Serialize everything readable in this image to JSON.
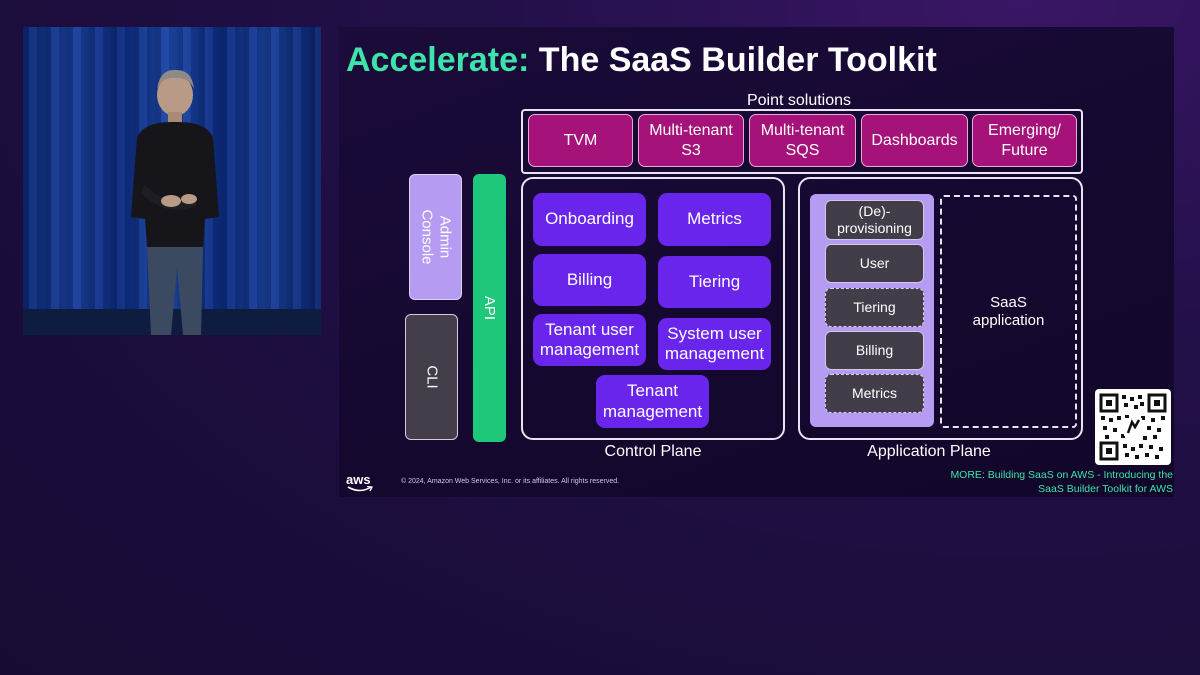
{
  "slide": {
    "title_accent": "Accelerate:",
    "title_rest": "The SaaS Builder Toolkit",
    "point_solutions": {
      "label": "Point solutions",
      "items": [
        "TVM",
        "Multi-tenant\nS3",
        "Multi-tenant\nSQS",
        "Dashboards",
        "Emerging/\nFuture"
      ]
    },
    "admin_console": "Admin\nConsole",
    "cli": "CLI",
    "api": "API",
    "control_plane": {
      "label": "Control Plane",
      "items": [
        "Onboarding",
        "Metrics",
        "Billing",
        "Tiering",
        "Tenant user\nmanagement",
        "System user\nmanagement",
        "Tenant\nmanagement"
      ]
    },
    "application_plane": {
      "label": "Application Plane",
      "items": [
        "(De)-\nprovisioning",
        "User",
        "Tiering",
        "Billing",
        "Metrics"
      ],
      "saas_app": "SaaS\napplication"
    },
    "aws_logo": "aws",
    "copyright": "© 2024, Amazon Web Services, Inc. or its affiliates. All rights reserved."
  },
  "overlay": {
    "more_text": "MORE: Building SaaS on AWS - Introducing the SaaS Builder Toolkit for AWS",
    "qr_icon": "qr-code-icon"
  },
  "colors": {
    "accent_green": "#3de3a9",
    "point_solution_magenta": "#a4127a",
    "control_plane_purple": "#6a25ec",
    "api_green": "#1fc77a",
    "admin_lavender": "#b59cf2"
  }
}
